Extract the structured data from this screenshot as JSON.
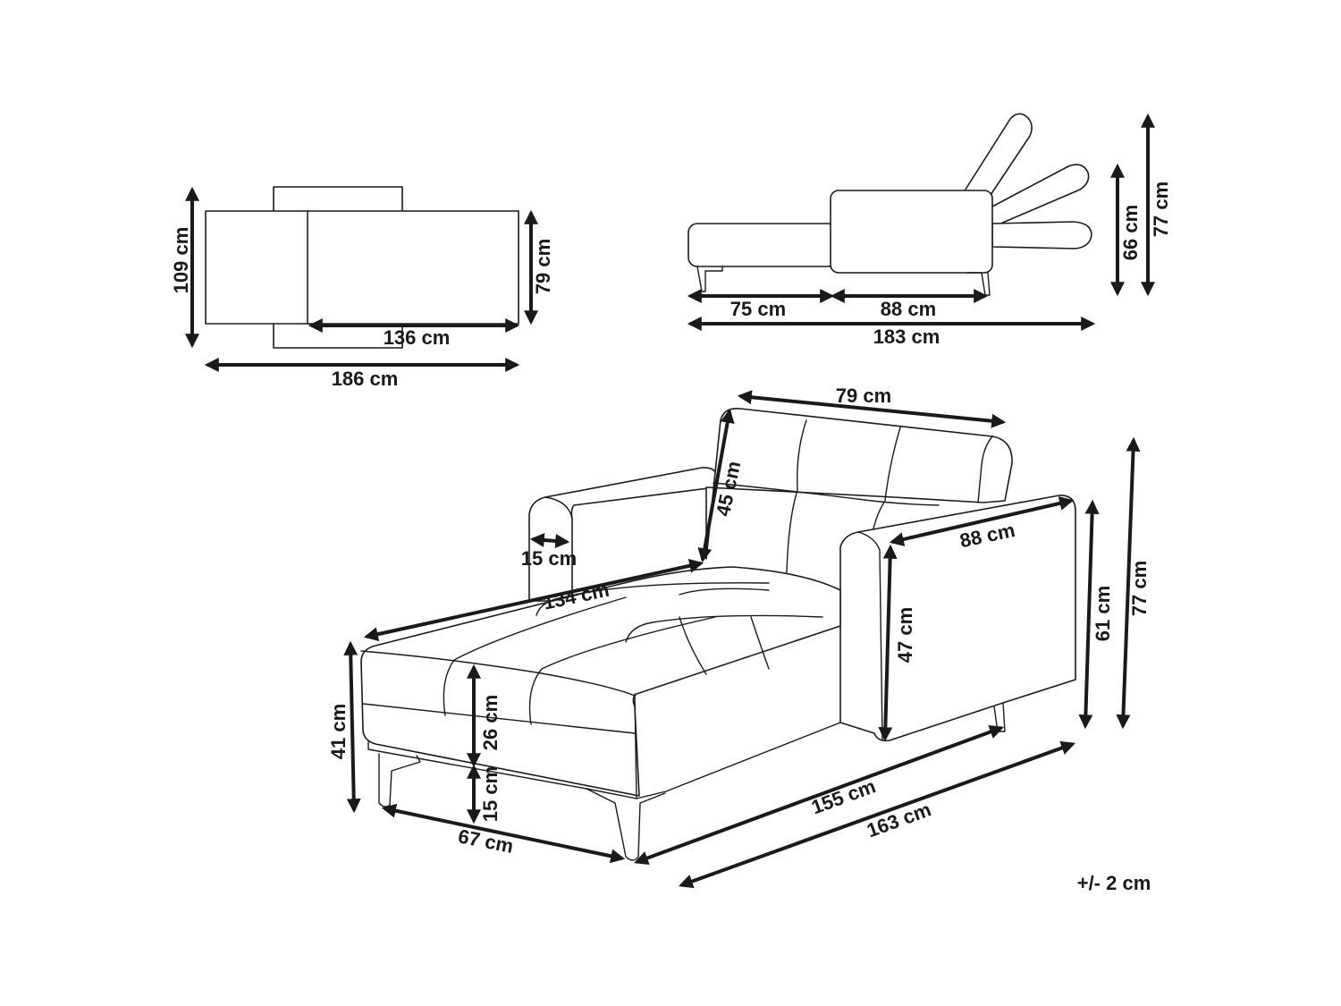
{
  "top_view": {
    "width_label": "109 cm",
    "depth_label": "79 cm",
    "seat_length_label": "136 cm",
    "overall_length_label": "186 cm"
  },
  "side_view": {
    "seat_label": "75 cm",
    "back_label": "88 cm",
    "overall_label": "183 cm",
    "height_low_label": "66 cm",
    "height_high_label": "77 cm"
  },
  "perspective_view": {
    "back_width_label": "79 cm",
    "back_height_label": "45 cm",
    "arm_width_label": "15 cm",
    "seat_depth_label": "134 cm",
    "arm_length_label": "88 cm",
    "arm_height_label": "47 cm",
    "arm_total_label": "61 cm",
    "total_height_label": "77 cm",
    "seat_height_label": "41 cm",
    "cushion_label": "26 cm",
    "leg_label": "15 cm",
    "front_width_label": "67 cm",
    "inner_length_label": "155 cm",
    "total_length_label": "163 cm"
  },
  "tolerance_label": "+/- 2 cm"
}
